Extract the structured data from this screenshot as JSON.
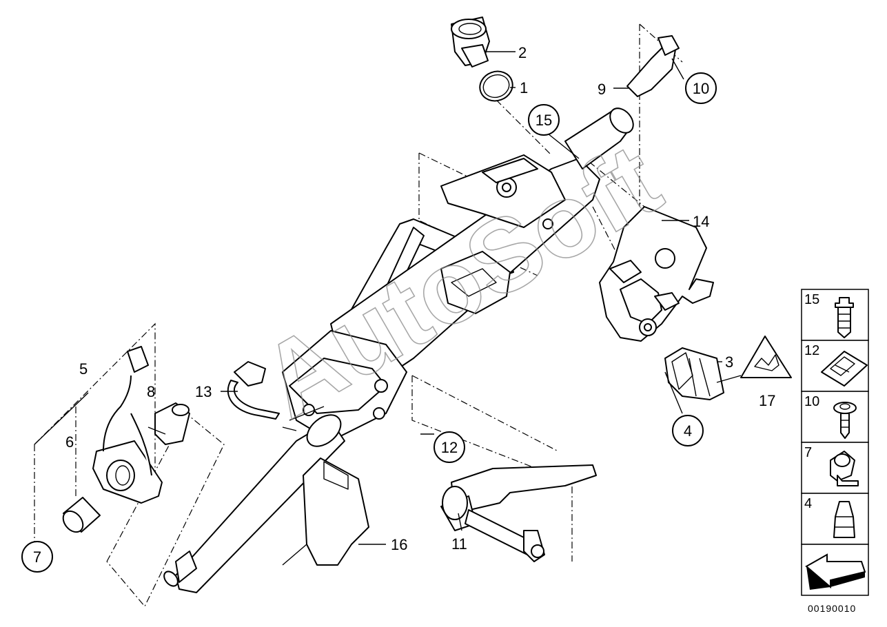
{
  "watermark": "AutoSoft",
  "image_id": "00190010",
  "callouts": {
    "c1": "1",
    "c2": "2",
    "c3": "3",
    "c4": "4",
    "c5": "5",
    "c6": "6",
    "c7": "7",
    "c8": "8",
    "c9": "9",
    "c10": "10",
    "c11": "11",
    "c12": "12",
    "c13": "13",
    "c14": "14",
    "c15": "15",
    "c16": "16",
    "c17": "17"
  },
  "legend": [
    "15",
    "12",
    "10",
    "7",
    "4"
  ]
}
